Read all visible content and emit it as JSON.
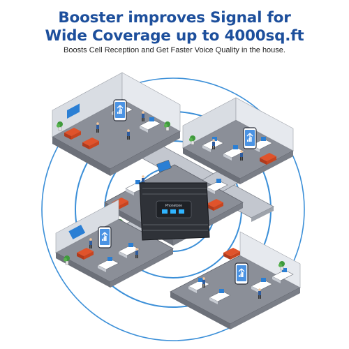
{
  "header": {
    "title_line1": "Booster improves Signal for",
    "title_line2": "Wide Coverage up to 4000sq.ft",
    "subtitle": "Boosts Cell Reception and Get Faster Voice Quality in the house."
  },
  "device": {
    "brand": "Phonetone"
  },
  "colors": {
    "title": "#1d4f9c",
    "rings": "#3b8fd8",
    "floor": "#8b8f98",
    "wall": "#d9dde3",
    "furniture": "#e0532b",
    "phone": "#4b93e3",
    "booster": "#2f3238"
  },
  "icons": [
    "smartphone-signal-icon",
    "signal-bars-icon",
    "signal-booster-device-icon"
  ]
}
